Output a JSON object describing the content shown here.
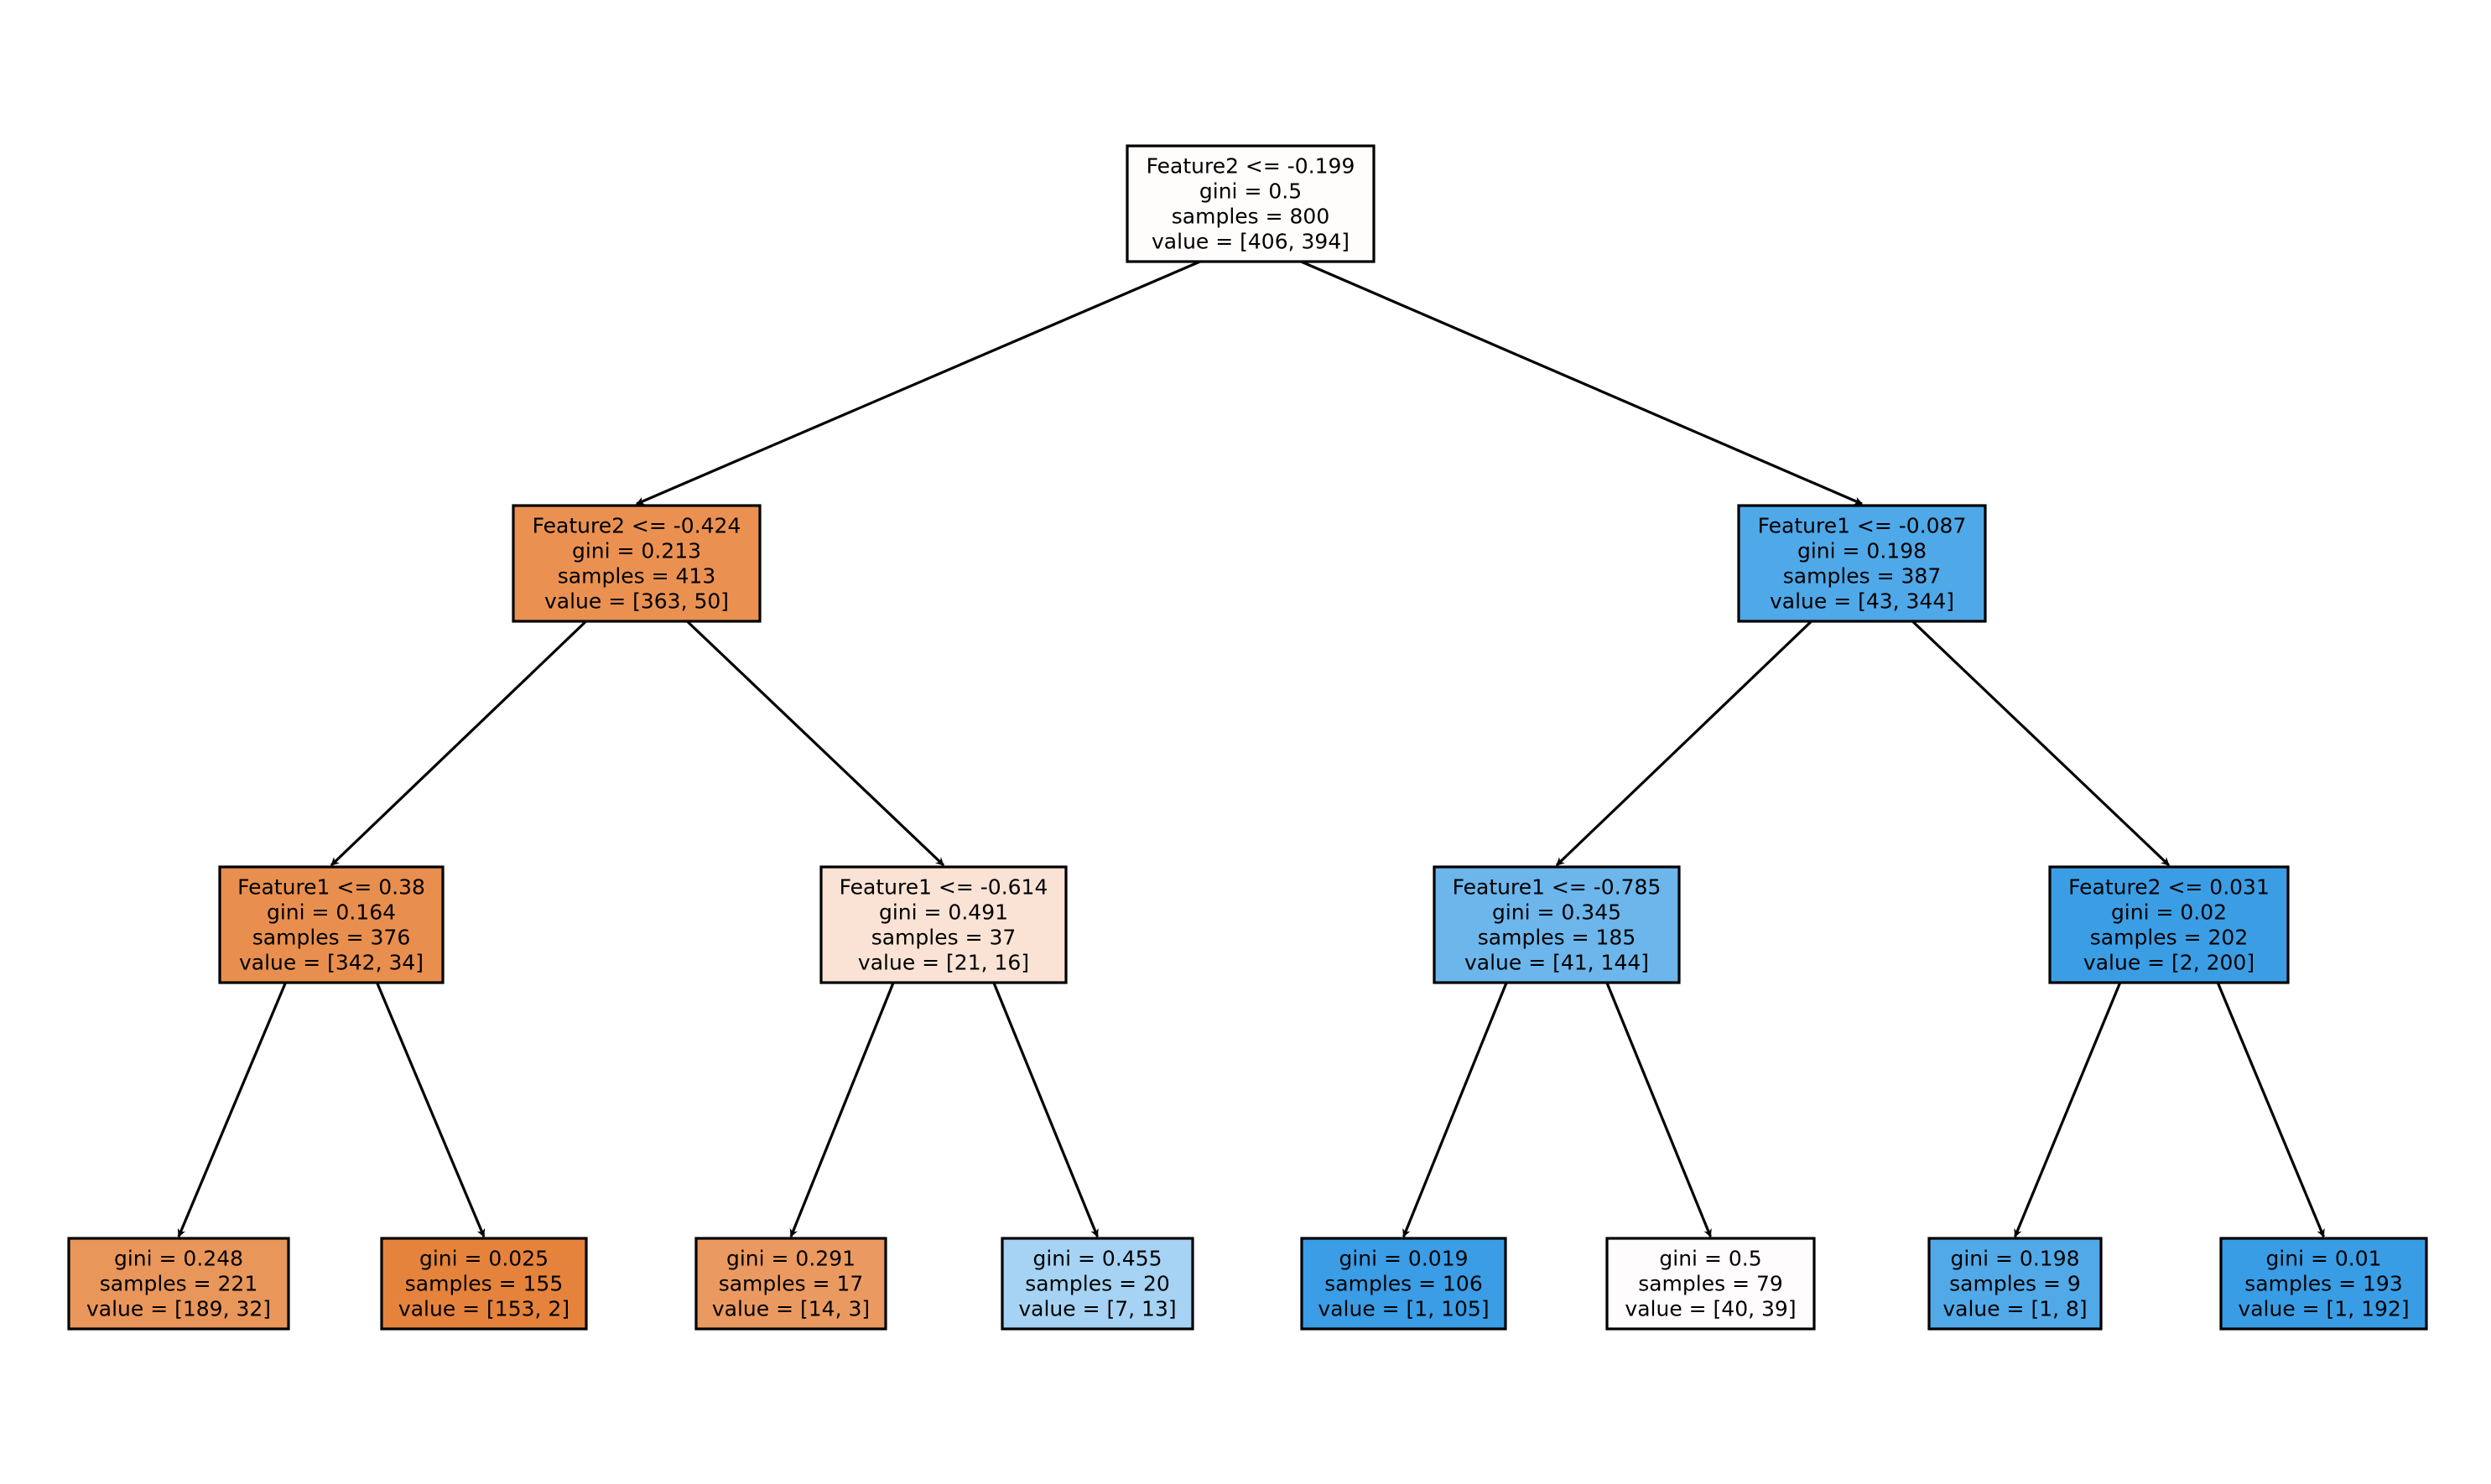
{
  "diagram": {
    "type": "decision-tree",
    "colors": {
      "class_0": "#e58139",
      "class_1": "#399de5",
      "neutral": "#ffffff",
      "border": "#000000"
    },
    "nodes": [
      {
        "id": "n0",
        "fill": "#fffdfc",
        "lines": [
          "Feature2 <= -0.199",
          "gini = 0.5",
          "samples = 800",
          "value = [406, 394]"
        ]
      },
      {
        "id": "n1",
        "fill": "#ea9152",
        "lines": [
          "Feature2 <= -0.424",
          "gini = 0.213",
          "samples = 413",
          "value = [363, 50]"
        ]
      },
      {
        "id": "n2",
        "fill": "#4fa8e8",
        "lines": [
          "Feature1 <= -0.087",
          "gini = 0.198",
          "samples = 387",
          "value = [43, 344]"
        ]
      },
      {
        "id": "n3",
        "fill": "#e88f4f",
        "lines": [
          "Feature1 <= 0.38",
          "gini = 0.164",
          "samples = 376",
          "value = [342, 34]"
        ]
      },
      {
        "id": "n4",
        "fill": "#fae3d4",
        "lines": [
          "Feature1 <= -0.614",
          "gini = 0.491",
          "samples = 37",
          "value = [21, 16]"
        ]
      },
      {
        "id": "n5",
        "fill": "#6cb6ec",
        "lines": [
          "Feature1 <= -0.785",
          "gini = 0.345",
          "samples = 185",
          "value = [41, 144]"
        ]
      },
      {
        "id": "n6",
        "fill": "#3b9ee5",
        "lines": [
          "Feature2 <= 0.031",
          "gini = 0.02",
          "samples = 202",
          "value = [2, 200]"
        ]
      },
      {
        "id": "n7",
        "fill": "#e9965b",
        "lines": [
          "gini = 0.248",
          "samples = 221",
          "value = [189, 32]"
        ]
      },
      {
        "id": "n8",
        "fill": "#e5833c",
        "lines": [
          "gini = 0.025",
          "samples = 155",
          "value = [153, 2]"
        ]
      },
      {
        "id": "n9",
        "fill": "#ea9a61",
        "lines": [
          "gini = 0.291",
          "samples = 17",
          "value = [14, 3]"
        ]
      },
      {
        "id": "n10",
        "fill": "#a6d3f3",
        "lines": [
          "gini = 0.455",
          "samples = 20",
          "value = [7, 13]"
        ]
      },
      {
        "id": "n11",
        "fill": "#3a9de5",
        "lines": [
          "gini = 0.019",
          "samples = 106",
          "value = [1, 105]"
        ]
      },
      {
        "id": "n12",
        "fill": "#fffcfd",
        "lines": [
          "gini = 0.5",
          "samples = 79",
          "value = [40, 39]"
        ]
      },
      {
        "id": "n13",
        "fill": "#52a9e8",
        "lines": [
          "gini = 0.198",
          "samples = 9",
          "value = [1, 8]"
        ]
      },
      {
        "id": "n14",
        "fill": "#399de5",
        "lines": [
          "gini = 0.01",
          "samples = 193",
          "value = [1, 192]"
        ]
      }
    ],
    "edges": [
      [
        "n0",
        "n1"
      ],
      [
        "n0",
        "n2"
      ],
      [
        "n1",
        "n3"
      ],
      [
        "n1",
        "n4"
      ],
      [
        "n2",
        "n5"
      ],
      [
        "n2",
        "n6"
      ],
      [
        "n3",
        "n7"
      ],
      [
        "n3",
        "n8"
      ],
      [
        "n4",
        "n9"
      ],
      [
        "n4",
        "n10"
      ],
      [
        "n5",
        "n11"
      ],
      [
        "n5",
        "n12"
      ],
      [
        "n6",
        "n13"
      ],
      [
        "n6",
        "n14"
      ]
    ]
  }
}
